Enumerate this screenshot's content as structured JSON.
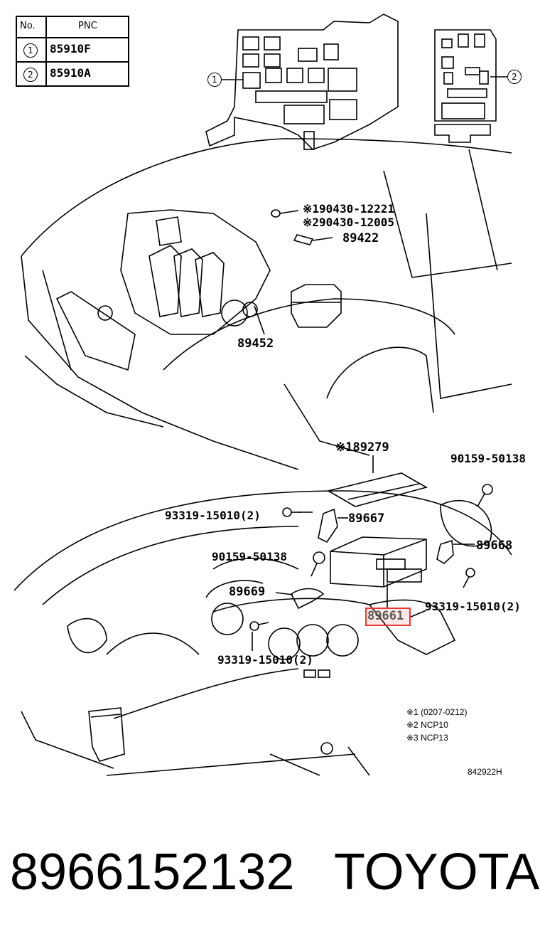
{
  "table": {
    "header_no": "No.",
    "header_pnc": "PNC",
    "rows": [
      {
        "no": "1",
        "pnc": "85910F"
      },
      {
        "no": "2",
        "pnc": "85910A"
      }
    ]
  },
  "callouts": {
    "c1": "1",
    "c2": "2"
  },
  "labels": {
    "p90430_1": "※190430-12221",
    "p90430_2": "※290430-12005",
    "p89422": "89422",
    "p89452": "89452",
    "p89279": "※189279",
    "p90159_a": "90159-50138",
    "p93319_a": "93319-15010(2)",
    "p89667": "89667",
    "p89668": "89668",
    "p90159_b": "90159-50138",
    "p89669": "89669",
    "p93319_b": "93319-15010(2)",
    "p89661": "89661",
    "p93319_c": "93319-15010(2)"
  },
  "notes": {
    "n1": "※1 (0207-0212)",
    "n2": "※2 NCP10",
    "n3": "※3 NCP13",
    "ref": "842922H"
  },
  "footer": {
    "part_number": "8966152132",
    "brand": "TOYOTA"
  },
  "highlight_color": "#e53935"
}
